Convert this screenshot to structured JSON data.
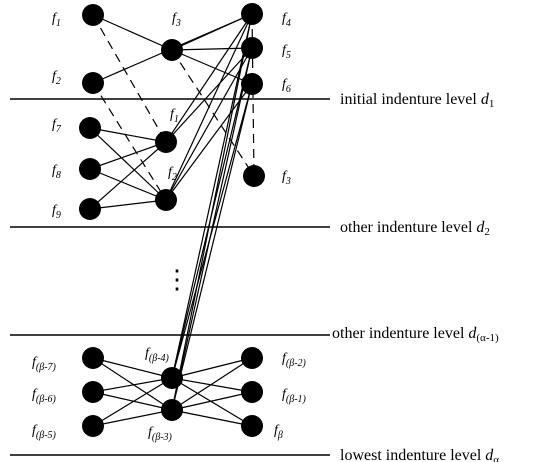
{
  "levels": [
    {
      "text": "initial indenture level ",
      "var": "d",
      "sub": "1"
    },
    {
      "text": "other indenture level ",
      "var": "d",
      "sub": "2"
    },
    {
      "text": "other indenture level  ",
      "var": "d",
      "sub": "(α-1)"
    },
    {
      "text": "lowest indenture level ",
      "var": "d",
      "sub": "α"
    }
  ],
  "nodes": {
    "L1a": {
      "base": "f",
      "sub": "1"
    },
    "L1b": {
      "base": "f",
      "sub": "2"
    },
    "C1": {
      "base": "f",
      "sub": "3"
    },
    "R1a": {
      "base": "f",
      "sub": "4"
    },
    "R1b": {
      "base": "f",
      "sub": "5"
    },
    "R1c": {
      "base": "f",
      "sub": "6"
    },
    "L2a": {
      "base": "f",
      "sub": "7"
    },
    "L2b": {
      "base": "f",
      "sub": "8"
    },
    "L2c": {
      "base": "f",
      "sub": "9"
    },
    "C2a": {
      "base": "f",
      "sub": "1"
    },
    "C2b": {
      "base": "f",
      "sub": "2"
    },
    "R2": {
      "base": "f",
      "sub": "3"
    },
    "L4a": {
      "base": "f",
      "sub": "(β-7)"
    },
    "L4b": {
      "base": "f",
      "sub": "(β-6)"
    },
    "L4c": {
      "base": "f",
      "sub": "(β-5)"
    },
    "C4a": {
      "base": "f",
      "sub": "(β-4)"
    },
    "C4b": {
      "base": "f",
      "sub": "(β-3)"
    },
    "R4a": {
      "base": "f",
      "sub": "(β-2)"
    },
    "R4b": {
      "base": "f",
      "sub": "(β-1)"
    },
    "R4c": {
      "base": "f",
      "sub": "β"
    }
  },
  "ellipsis": "⋮"
}
